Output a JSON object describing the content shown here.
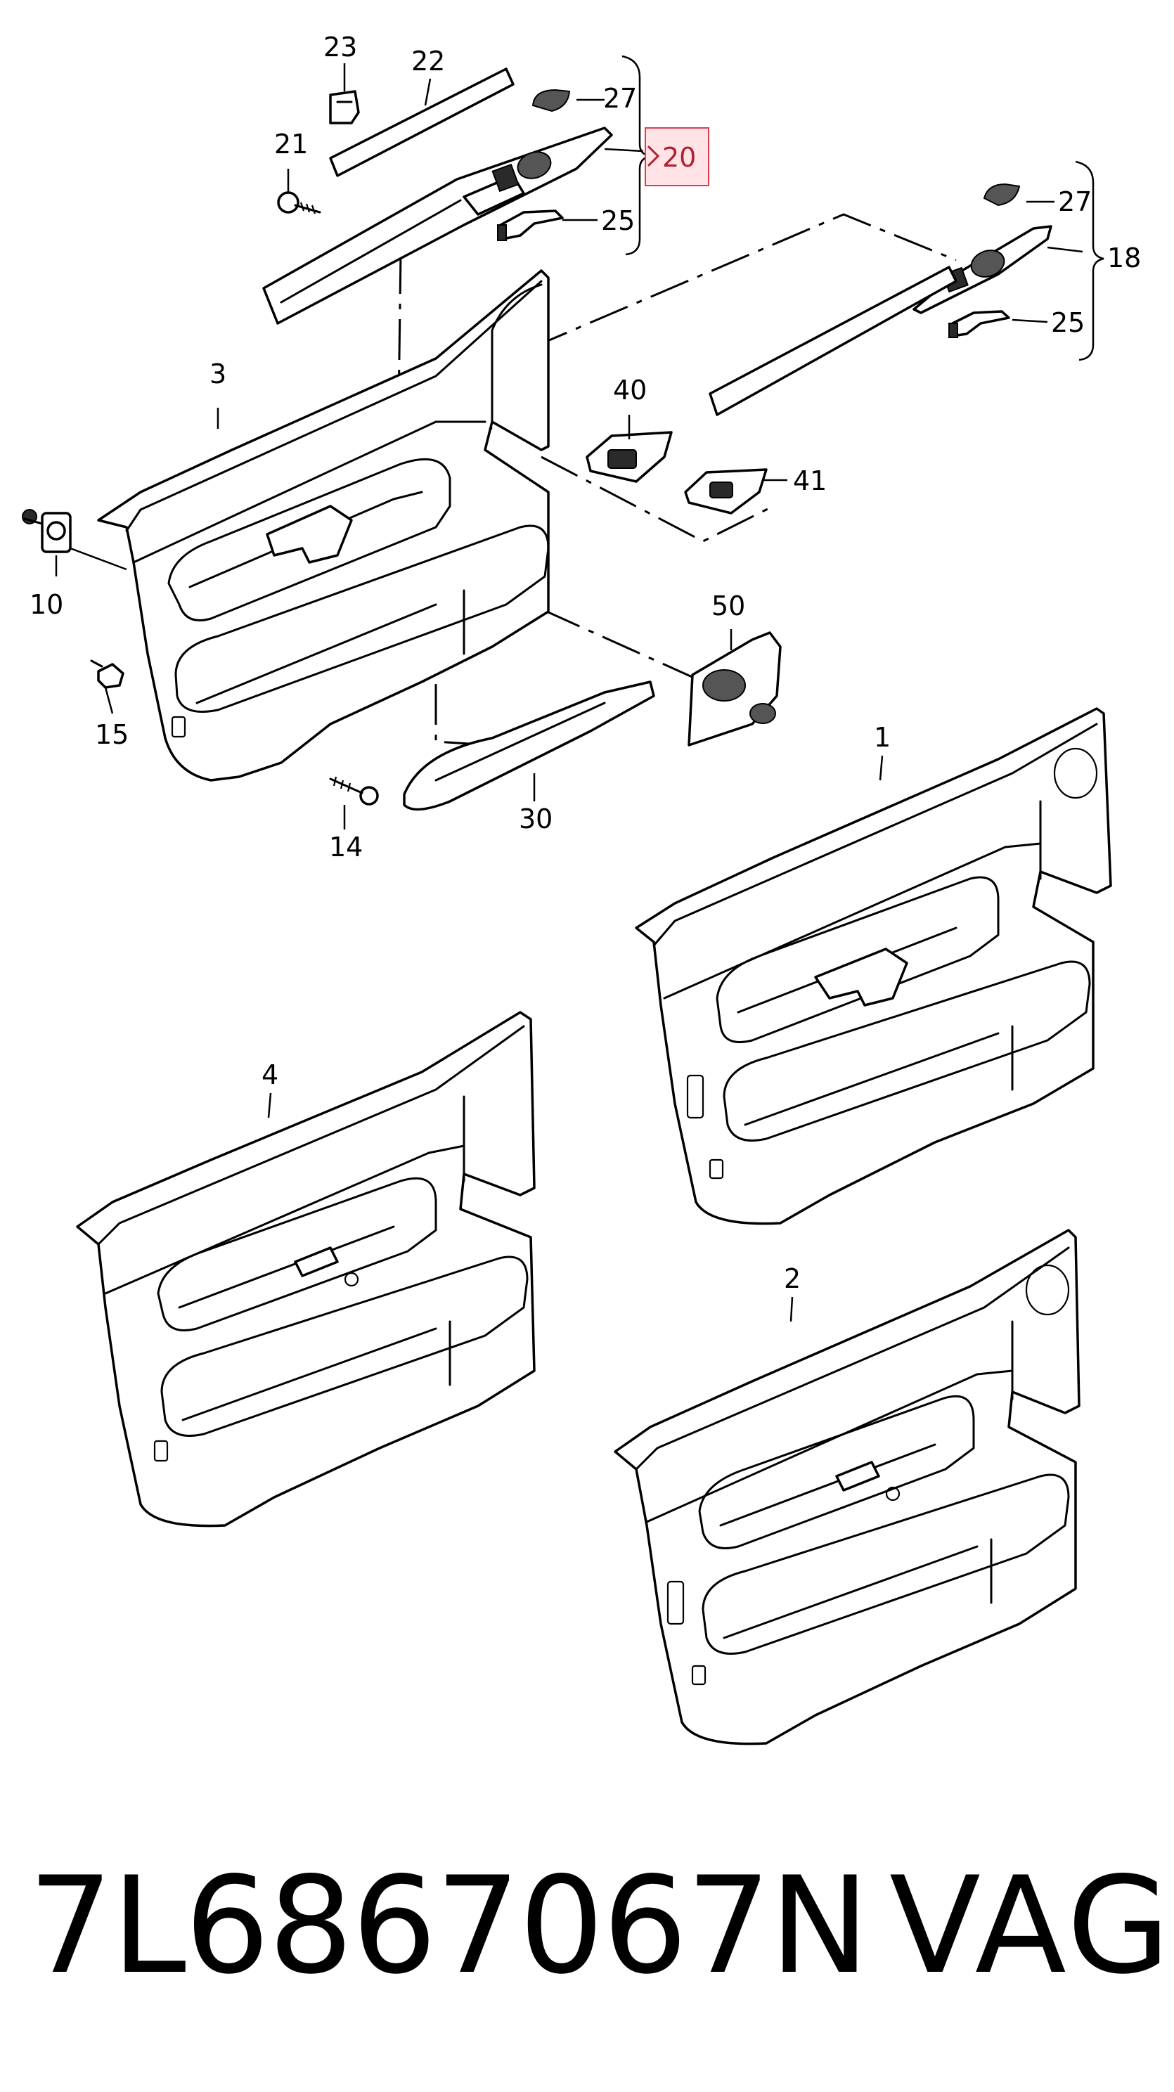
{
  "callouts": {
    "c1": "1",
    "c2": "2",
    "c3": "3",
    "c4": "4",
    "c10": "10",
    "c14": "14",
    "c15": "15",
    "c18": "18",
    "c20": "20",
    "c21": "21",
    "c22": "22",
    "c23": "23",
    "c25a": "25",
    "c25b": "25",
    "c27a": "27",
    "c27b": "27",
    "c30": "30",
    "c40": "40",
    "c41": "41",
    "c50": "50"
  },
  "highlight": {
    "callout": "20",
    "color": "#e03c4f",
    "fill": "#ffe3e6"
  },
  "footer": {
    "part_number": "7L6867067N",
    "brand": "VAG"
  }
}
